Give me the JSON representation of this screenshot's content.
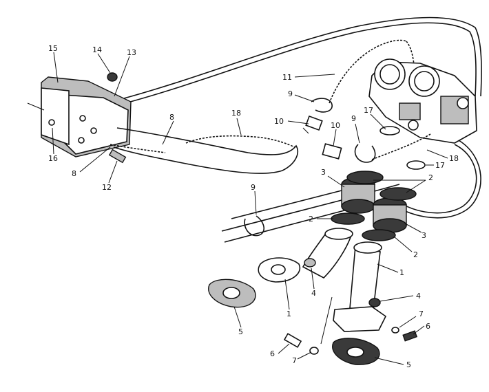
{
  "callouts": [
    {
      "id": "c15",
      "text": "15"
    },
    {
      "id": "c14",
      "text": "14"
    },
    {
      "id": "c13",
      "text": "13"
    },
    {
      "id": "c11",
      "text": "11"
    },
    {
      "id": "c9a",
      "text": "9"
    },
    {
      "id": "c18a",
      "text": "18"
    },
    {
      "id": "c10a",
      "text": "10"
    },
    {
      "id": "c10b",
      "text": "10"
    },
    {
      "id": "c9b",
      "text": "9"
    },
    {
      "id": "c17a",
      "text": "17"
    },
    {
      "id": "c18b",
      "text": "18"
    },
    {
      "id": "c17b",
      "text": "17"
    },
    {
      "id": "c8a",
      "text": "8"
    },
    {
      "id": "c8b",
      "text": "8"
    },
    {
      "id": "c16",
      "text": "16"
    },
    {
      "id": "c12",
      "text": "12"
    },
    {
      "id": "c3a",
      "text": "3"
    },
    {
      "id": "c2a",
      "text": "2"
    },
    {
      "id": "c9c",
      "text": "9"
    },
    {
      "id": "c2b",
      "text": "2"
    },
    {
      "id": "c3b",
      "text": "3"
    },
    {
      "id": "c2c",
      "text": "2"
    },
    {
      "id": "c1a",
      "text": "1"
    },
    {
      "id": "c4a",
      "text": "4"
    },
    {
      "id": "c1b",
      "text": "1"
    },
    {
      "id": "c4b",
      "text": "4"
    },
    {
      "id": "c5a",
      "text": "5"
    },
    {
      "id": "c7a",
      "text": "7"
    },
    {
      "id": "c6a",
      "text": "6"
    },
    {
      "id": "c6b",
      "text": "6"
    },
    {
      "id": "c7b",
      "text": "7"
    },
    {
      "id": "c5b",
      "text": "5"
    }
  ]
}
